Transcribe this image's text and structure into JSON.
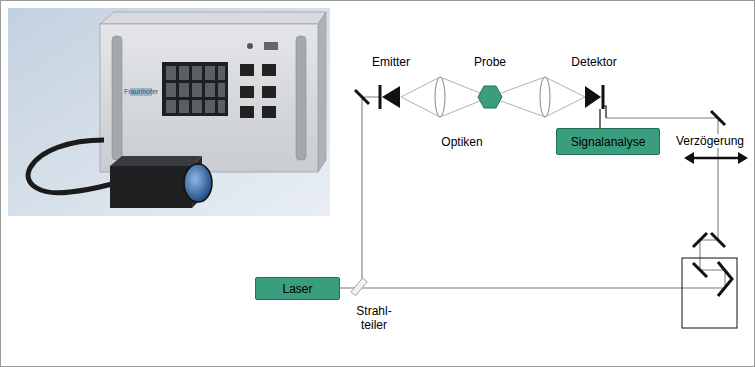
{
  "diagram": {
    "nodes": [
      {
        "text": [
          "Signalanalyse"
        ]
      },
      {
        "text": [
          "Laser"
        ]
      }
    ],
    "labels": [
      "Fraunhofer",
      "Emitter",
      "Probe",
      "Detektor",
      "Optiken",
      "Verzögerung",
      "Strahl- teiler"
    ]
  }
}
